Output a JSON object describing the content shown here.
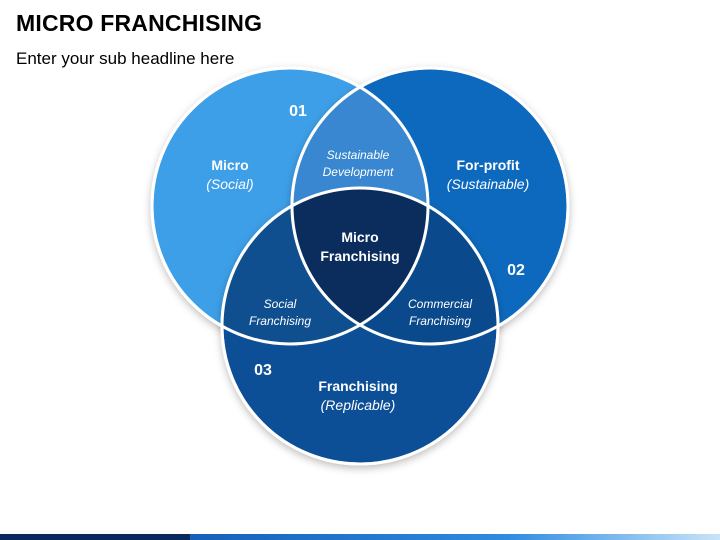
{
  "header": {
    "title": "MICRO FRANCHISING",
    "subtitle": "Enter your sub headline here"
  },
  "diagram": {
    "center_label_line1": "Micro",
    "center_label_line2": "Franchising",
    "circles": [
      {
        "number": "01",
        "label": "Micro",
        "sublabel": "(Social)",
        "color": "#3d9fe8"
      },
      {
        "number": "02",
        "label": "For-profit",
        "sublabel": "(Sustainable)",
        "color": "#0d69bd"
      },
      {
        "number": "03",
        "label": "Franchising",
        "sublabel": "(Replicable)",
        "color": "#0b4f97"
      }
    ],
    "overlaps": {
      "top": {
        "line1": "Sustainable",
        "line2": "Development",
        "color": "#3887d0"
      },
      "left": {
        "line1": "Social",
        "line2": "Franchising",
        "color": "#0f4f8f"
      },
      "right": {
        "line1": "Commercial",
        "line2": "Franchising",
        "color": "#0a4a8c"
      },
      "center_color": "#0b2d5e"
    }
  },
  "colors": {
    "outline": "#ffffff",
    "text": "#ffffff",
    "bar_dark": "#0a2a5e",
    "bar_light": "#2f8be0"
  }
}
